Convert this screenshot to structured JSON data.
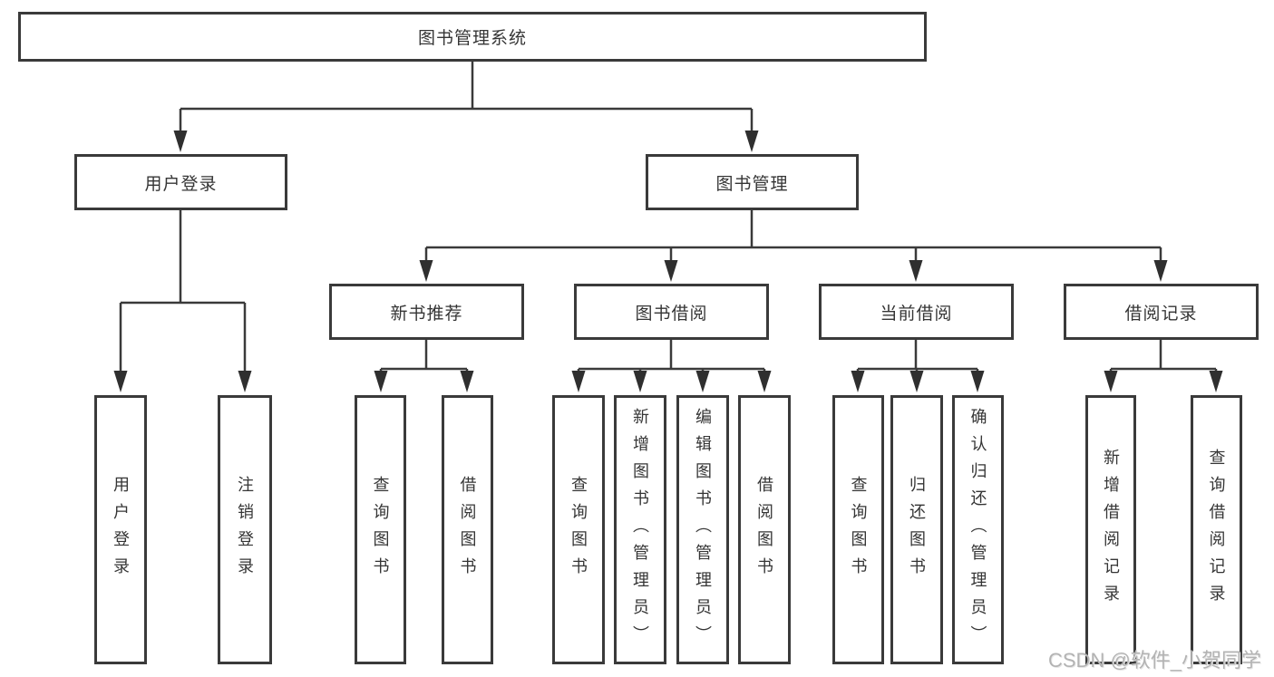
{
  "page": {
    "background": "#ffffff",
    "line_color": "#3a3a3a",
    "text_color": "#353535",
    "watermark_color": "#b3b3b3"
  },
  "tree": {
    "root": {
      "label": "图书管理系统"
    },
    "branches": [
      {
        "label": "用户登录",
        "children": [
          {
            "label": "用户登录"
          },
          {
            "label": "注销登录"
          }
        ]
      },
      {
        "label": "图书管理",
        "children": [
          {
            "label": "新书推荐",
            "children": [
              {
                "label": "查询图书"
              },
              {
                "label": "借阅图书"
              }
            ]
          },
          {
            "label": "图书借阅",
            "children": [
              {
                "label": "查询图书"
              },
              {
                "label": "新增图书（管理员）"
              },
              {
                "label": "编辑图书（管理员）"
              },
              {
                "label": "借阅图书"
              }
            ]
          },
          {
            "label": "当前借阅",
            "children": [
              {
                "label": "查询图书"
              },
              {
                "label": "归还图书"
              },
              {
                "label": "确认归还（管理员）"
              }
            ]
          },
          {
            "label": "借阅记录",
            "children": [
              {
                "label": "新增借阅记录"
              },
              {
                "label": "查询借阅记录"
              }
            ]
          }
        ]
      }
    ]
  },
  "watermark": {
    "text": "CSDN @软件_小贺同学"
  }
}
